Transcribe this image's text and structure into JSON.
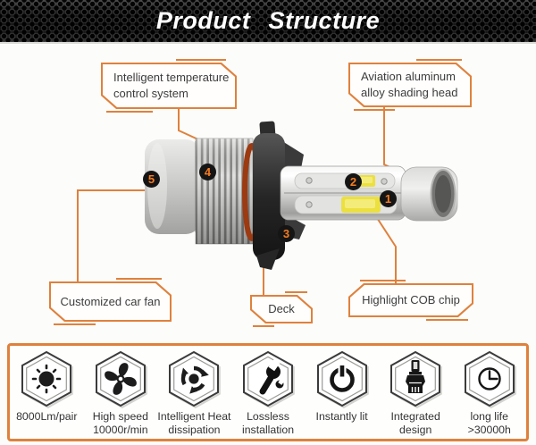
{
  "header": {
    "title": "Product Structure"
  },
  "diagram": {
    "boxes": [
      {
        "id": "temp-control",
        "label": "Intelligent temperature\ncontrol system"
      },
      {
        "id": "shading-head",
        "label": "Aviation aluminum\nalloy shading head"
      },
      {
        "id": "car-fan",
        "label": "Customized car fan"
      },
      {
        "id": "deck",
        "label": "Deck"
      },
      {
        "id": "cob-chip",
        "label": "Highlight COB chip"
      }
    ],
    "markers": [
      {
        "number": "1"
      },
      {
        "number": "2"
      },
      {
        "number": "3"
      },
      {
        "number": "4"
      },
      {
        "number": "5"
      }
    ]
  },
  "features": [
    {
      "icon": "sun-brightness-icon",
      "label": "8000Lm/pair"
    },
    {
      "icon": "fan-icon",
      "label": "High speed\n10000r/min"
    },
    {
      "icon": "heat-dissipation-icon",
      "label": "Intelligent Heat\ndissipation"
    },
    {
      "icon": "wrench-tools-icon",
      "label": "Lossless\ninstallation"
    },
    {
      "icon": "power-icon",
      "label": "Instantly lit"
    },
    {
      "icon": "led-bulb-icon",
      "label": "Integrated\ndesign"
    },
    {
      "icon": "clock-icon",
      "label": "long life\n>30000h"
    }
  ],
  "colors": {
    "accent_orange": "#df813c",
    "marker_number": "#f57c1f",
    "marker_bg": "#151515",
    "header_bg": "#161616",
    "chip_yellow": "#ece040"
  }
}
